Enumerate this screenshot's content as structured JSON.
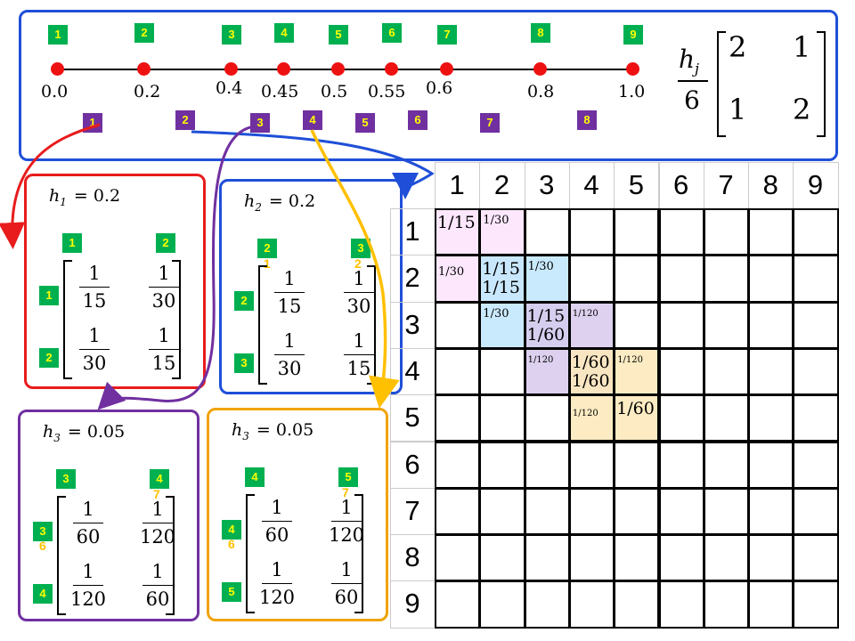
{
  "mesh": {
    "node_labels": [
      "1",
      "2",
      "3",
      "4",
      "5",
      "6",
      "7",
      "8",
      "9"
    ],
    "coordinates": [
      "0.0",
      "0.2",
      "0.4",
      "0.45",
      "0.5",
      "0.55",
      "0.6",
      "0.8",
      "1.0"
    ],
    "element_labels": [
      "1",
      "2",
      "3",
      "4",
      "5",
      "6",
      "7",
      "8"
    ]
  },
  "formula": {
    "lhs_num": "h",
    "lhs_sub": "j",
    "lhs_den": "6",
    "matrix": [
      [
        "2",
        "1"
      ],
      [
        "1",
        "2"
      ]
    ]
  },
  "element_panels": [
    {
      "h_label": "h",
      "h_sub": "1",
      "h_value": "= 0.2",
      "col_tags": [
        "1",
        "2"
      ],
      "row_tags": [
        "1",
        "2"
      ],
      "col_subs": [
        "",
        ""
      ],
      "row_subs": [
        "",
        ""
      ],
      "matrix": [
        [
          {
            "n": "1",
            "d": "15"
          },
          {
            "n": "1",
            "d": "30"
          }
        ],
        [
          {
            "n": "1",
            "d": "30"
          },
          {
            "n": "1",
            "d": "15"
          }
        ]
      ]
    },
    {
      "h_label": "h",
      "h_sub": "2",
      "h_value": "= 0.2",
      "col_tags": [
        "2",
        "3"
      ],
      "row_tags": [
        "2",
        "3"
      ],
      "col_subs": [
        "1",
        "2"
      ],
      "row_subs": [
        "",
        ""
      ],
      "matrix": [
        [
          {
            "n": "1",
            "d": "15"
          },
          {
            "n": "1",
            "d": "30"
          }
        ],
        [
          {
            "n": "1",
            "d": "30"
          },
          {
            "n": "1",
            "d": "15"
          }
        ]
      ]
    },
    {
      "h_label": "h",
      "h_sub": "3",
      "h_value": "= 0.05",
      "col_tags": [
        "3",
        "4"
      ],
      "row_tags": [
        "3",
        "4"
      ],
      "col_subs": [
        "",
        "7"
      ],
      "row_subs": [
        "6",
        ""
      ],
      "matrix": [
        [
          {
            "n": "1",
            "d": "60"
          },
          {
            "n": "1",
            "d": "120"
          }
        ],
        [
          {
            "n": "1",
            "d": "120"
          },
          {
            "n": "1",
            "d": "60"
          }
        ]
      ]
    },
    {
      "h_label": "h",
      "h_sub": "3",
      "h_value": "= 0.05",
      "col_tags": [
        "4",
        "5"
      ],
      "row_tags": [
        "4",
        "5"
      ],
      "col_subs": [
        "",
        "7"
      ],
      "row_subs": [
        "6",
        ""
      ],
      "matrix": [
        [
          {
            "n": "1",
            "d": "60"
          },
          {
            "n": "1",
            "d": "120"
          }
        ],
        [
          {
            "n": "1",
            "d": "120"
          },
          {
            "n": "1",
            "d": "60"
          }
        ]
      ]
    }
  ],
  "global_matrix": {
    "col_headers": [
      "1",
      "2",
      "3",
      "4",
      "5",
      "6",
      "7",
      "8",
      "9"
    ],
    "row_headers": [
      "1",
      "2",
      "3",
      "4",
      "5",
      "6",
      "7",
      "8",
      "9"
    ],
    "entries": [
      {
        "r": 0,
        "c": 0,
        "text": "1/15",
        "size": "big"
      },
      {
        "r": 0,
        "c": 1,
        "text": "1/30",
        "size": "small"
      },
      {
        "r": 1,
        "c": 0,
        "text": "1/30",
        "size": "small"
      },
      {
        "r": 1,
        "c": 1,
        "text": "1/15",
        "size": "big"
      },
      {
        "r": 1,
        "c": 1,
        "text": "1/15",
        "size": "big",
        "line": 2
      },
      {
        "r": 1,
        "c": 2,
        "text": "1/30",
        "size": "small"
      },
      {
        "r": 2,
        "c": 1,
        "text": "1/30",
        "size": "small"
      },
      {
        "r": 2,
        "c": 2,
        "text": "1/15",
        "size": "big"
      },
      {
        "r": 2,
        "c": 2,
        "text": "1/60",
        "size": "big",
        "line": 2
      },
      {
        "r": 2,
        "c": 3,
        "text": "1/120",
        "size": "tiny"
      },
      {
        "r": 3,
        "c": 2,
        "text": "1/120",
        "size": "tiny"
      },
      {
        "r": 3,
        "c": 3,
        "text": "1/60",
        "size": "big"
      },
      {
        "r": 3,
        "c": 3,
        "text": "1/60",
        "size": "big",
        "line": 2
      },
      {
        "r": 3,
        "c": 4,
        "text": "1/120",
        "size": "tiny"
      },
      {
        "r": 4,
        "c": 3,
        "text": "1/120",
        "size": "tiny"
      },
      {
        "r": 4,
        "c": 4,
        "text": "1/60",
        "size": "big"
      }
    ],
    "highlight_colors": [
      "#fbe3fb",
      "#bfe6fb",
      "#d7c9ec",
      "#fde9b8"
    ]
  },
  "colors": {
    "mesh_border": "#1f4fd8",
    "panel1": "#e81c1c",
    "panel2": "#1f4fd8",
    "panel3": "#7030a0",
    "panel4": "#f0a30a",
    "node": "#ee1111",
    "green_tag": "#00b050",
    "purple_tag": "#7030a0",
    "tag_text": "#ffff00"
  }
}
